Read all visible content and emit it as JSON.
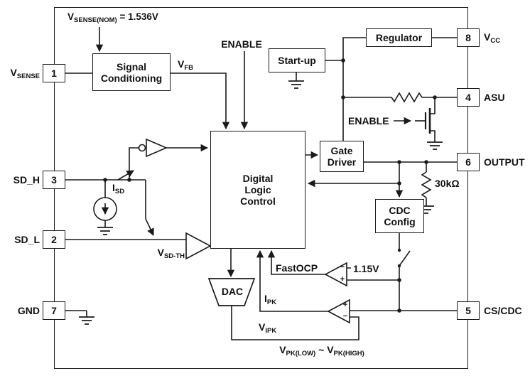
{
  "chip": {
    "colors": {
      "line": "#1a1a1a",
      "background": "#ffffff"
    },
    "blocks": {
      "signal_conditioning": {
        "line1": "Signal",
        "line2": "Conditioning"
      },
      "startup": {
        "label": "Start-up"
      },
      "regulator": {
        "label": "Regulator"
      },
      "digital_logic_control": {
        "line1": "Digital",
        "line2": "Logic",
        "line3": "Control"
      },
      "gate_driver": {
        "line1": "Gate",
        "line2": "Driver"
      },
      "cdc_config": {
        "line1": "CDC",
        "line2": "Config"
      },
      "dac": {
        "label": "DAC"
      }
    },
    "pins": {
      "p1": {
        "number": "1",
        "label_main": "V",
        "label_sub": "SENSE"
      },
      "p3": {
        "number": "3",
        "label": "SD_H"
      },
      "p2": {
        "number": "2",
        "label": "SD_L"
      },
      "p7": {
        "number": "7",
        "label": "GND"
      },
      "p8": {
        "number": "8",
        "label_main": "V",
        "label_sub": "CC"
      },
      "p4": {
        "number": "4",
        "label": "ASU"
      },
      "p6": {
        "number": "6",
        "label": "OUTPUT"
      },
      "p5": {
        "number": "5",
        "label": "CS/CDC"
      }
    },
    "labels": {
      "vsense_nom": {
        "main": "V",
        "sub": "SENSE(NOM)",
        "rest": " = 1.536V"
      },
      "enable_top": "ENABLE",
      "enable_fet": "ENABLE",
      "vfb": {
        "main": "V",
        "sub": "FB"
      },
      "isd": {
        "main": "I",
        "sub": "SD"
      },
      "vsdth": {
        "main": "V",
        "sub": "SD-TH"
      },
      "fastocp": "FastOCP",
      "ocp_ref": "1.15V",
      "pullup_res": "30kΩ",
      "ipk": {
        "main": "I",
        "sub": "PK"
      },
      "vipk": {
        "main": "V",
        "sub": "IPK"
      },
      "vpk_range": {
        "m1": "V",
        "s1": "PK(LOW)",
        "sep": " ~ ",
        "m2": "V",
        "s2": "PK(HIGH)"
      },
      "comp_plus": "+",
      "comp_minus": "−"
    }
  }
}
